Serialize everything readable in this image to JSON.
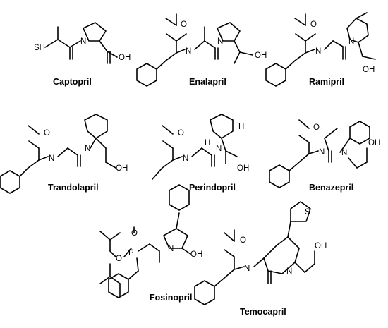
{
  "figure": {
    "compounds": [
      {
        "id": "captopril",
        "name": "Captopril"
      },
      {
        "id": "enalapril",
        "name": "Enalapril"
      },
      {
        "id": "ramipril",
        "name": "Ramipril"
      },
      {
        "id": "trandolapril",
        "name": "Trandolapril"
      },
      {
        "id": "perindopril",
        "name": "Perindopril"
      },
      {
        "id": "benazepril",
        "name": "Benazepril"
      },
      {
        "id": "fosinopril",
        "name": "Fosinopril"
      },
      {
        "id": "temocapril",
        "name": "Temocapril"
      }
    ],
    "atom_labels": {
      "oh": "OH",
      "sh": "SH",
      "n": "N",
      "h": "H",
      "o": "O",
      "p": "P",
      "s": "S"
    },
    "colors": {
      "ink": "#000000",
      "background": "#ffffff"
    }
  }
}
